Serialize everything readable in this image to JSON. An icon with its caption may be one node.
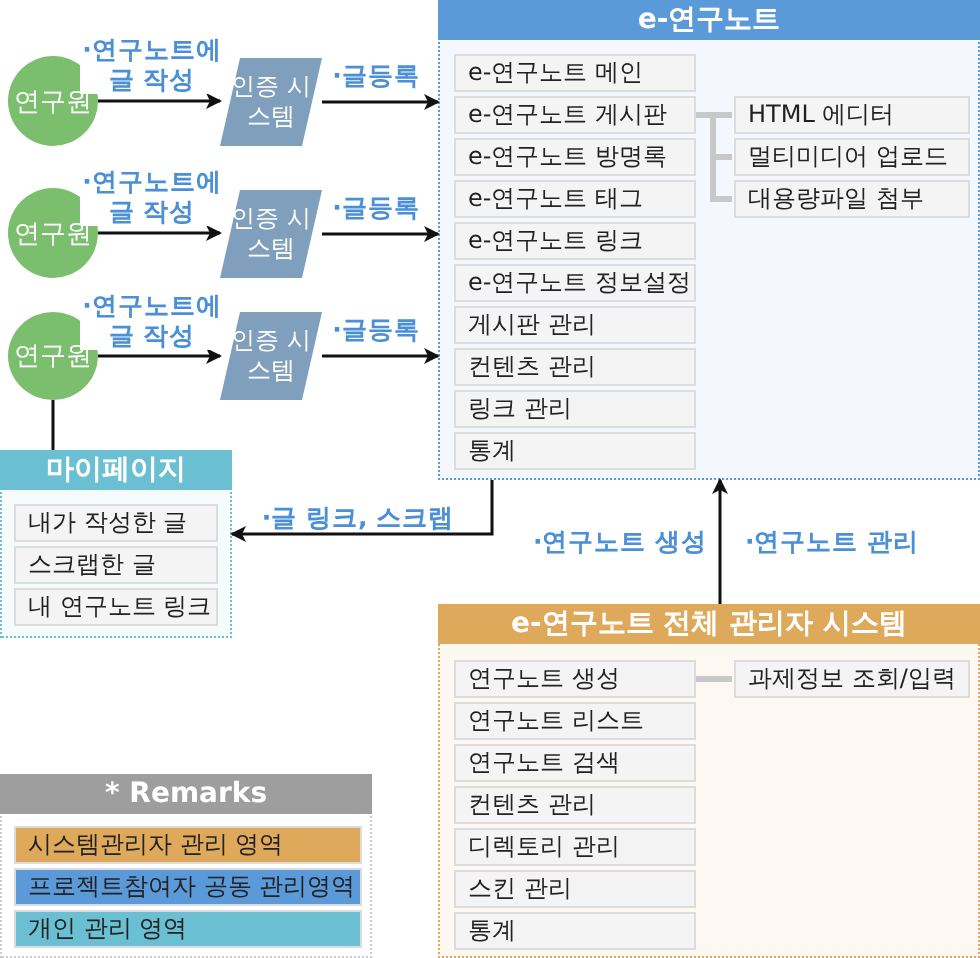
{
  "diagram": {
    "nodes": [
      {
        "text": [
          "연구원"
        ]
      },
      {
        "text": [
          "인증 시스템"
        ]
      },
      {
        "text": [
          "연구원"
        ]
      },
      {
        "text": [
          "인증 시스템"
        ]
      },
      {
        "text": [
          "연구원"
        ]
      },
      {
        "text": [
          "인증 시스템"
        ]
      },
      {
        "text": [
          "e-연구노트"
        ]
      },
      {
        "text": [
          "e-연구노트 메인"
        ],
        "in": 6
      },
      {
        "text": [
          "e-연구노트 게시판"
        ],
        "in": 6
      },
      {
        "text": [
          "e-연구노트 방명록"
        ],
        "in": 6
      },
      {
        "text": [
          "e-연구노트 태그"
        ],
        "in": 6
      },
      {
        "text": [
          "e-연구노트 링크"
        ],
        "in": 6
      },
      {
        "text": [
          "e-연구노트 정보설정"
        ],
        "in": 6
      },
      {
        "text": [
          "게시판 관리"
        ],
        "in": 6
      },
      {
        "text": [
          "컨텐츠 관리"
        ],
        "in": 6
      },
      {
        "text": [
          "링크 관리"
        ],
        "in": 6
      },
      {
        "text": [
          "통계"
        ],
        "in": 6
      },
      {
        "text": [
          "HTML 에디터"
        ],
        "in": 6
      },
      {
        "text": [
          "멀티미디어 업로드"
        ],
        "in": 6
      },
      {
        "text": [
          "대용량파일 첨부"
        ],
        "in": 6
      },
      {
        "text": [
          "마이페이지"
        ]
      },
      {
        "text": [
          "내가 작성한 글"
        ],
        "in": 20
      },
      {
        "text": [
          "스크랩한 글"
        ],
        "in": 20
      },
      {
        "text": [
          "내 연구노트 링크"
        ],
        "in": 20
      },
      {
        "text": [
          "e-연구노트 전체 관리자 시스템"
        ]
      },
      {
        "text": [
          "연구노트 생성"
        ],
        "in": 24
      },
      {
        "text": [
          "연구노트 리스트"
        ],
        "in": 24
      },
      {
        "text": [
          "연구노트 검색"
        ],
        "in": 24
      },
      {
        "text": [
          "컨텐츠 관리"
        ],
        "in": 24
      },
      {
        "text": [
          "디렉토리 관리"
        ],
        "in": 24
      },
      {
        "text": [
          "스킨 관리"
        ],
        "in": 24
      },
      {
        "text": [
          "통계"
        ],
        "in": 24
      },
      {
        "text": [
          "과제정보 조회/입력"
        ],
        "in": 24
      }
    ],
    "edges": [
      {
        "from": 0,
        "to": 1,
        "arrow": "to",
        "label": "·연구노트에 글 작성"
      },
      {
        "from": 1,
        "to": 6,
        "arrow": "to",
        "label": "·글등록"
      },
      {
        "from": 2,
        "to": 3,
        "arrow": "to",
        "label": "·연구노트에 글 작성"
      },
      {
        "from": 3,
        "to": 6,
        "arrow": "to",
        "label": "·글등록"
      },
      {
        "from": 4,
        "to": 5,
        "arrow": "to",
        "label": "·연구노트에 글 작성"
      },
      {
        "from": 5,
        "to": 6,
        "arrow": "to",
        "label": "·글등록"
      },
      {
        "from": 4,
        "to": 20,
        "arrow": "none"
      },
      {
        "from": 6,
        "to": 20,
        "arrow": "to",
        "label": "·글 링크, 스크랩"
      },
      {
        "from": 24,
        "to": 6,
        "arrow": "to",
        "label": "·연구노트 관리"
      },
      {
        "from": 8,
        "to": 17,
        "arrow": "none",
        "color": "#c8c8c8",
        "style": "thick"
      },
      {
        "from": 8,
        "to": 18,
        "arrow": "none",
        "color": "#c8c8c8",
        "style": "thick"
      },
      {
        "from": 8,
        "to": 19,
        "arrow": "none",
        "color": "#c8c8c8",
        "style": "thick"
      },
      {
        "from": 25,
        "to": 32,
        "arrow": "none",
        "color": "#c8c8c8",
        "style": "thick"
      }
    ],
    "labels": [
      "·연구노트 생성",
      "* Remarks"
    ],
    "legend": [
      {
        "text": "시스템관리자 관리 영역",
        "color": "#dfa95b"
      },
      {
        "text": "프로젝트참여자 공동 관리영역",
        "color": "#5b9ad9"
      },
      {
        "text": "개인 관리 영역",
        "color": "#6ac0d2"
      }
    ]
  }
}
